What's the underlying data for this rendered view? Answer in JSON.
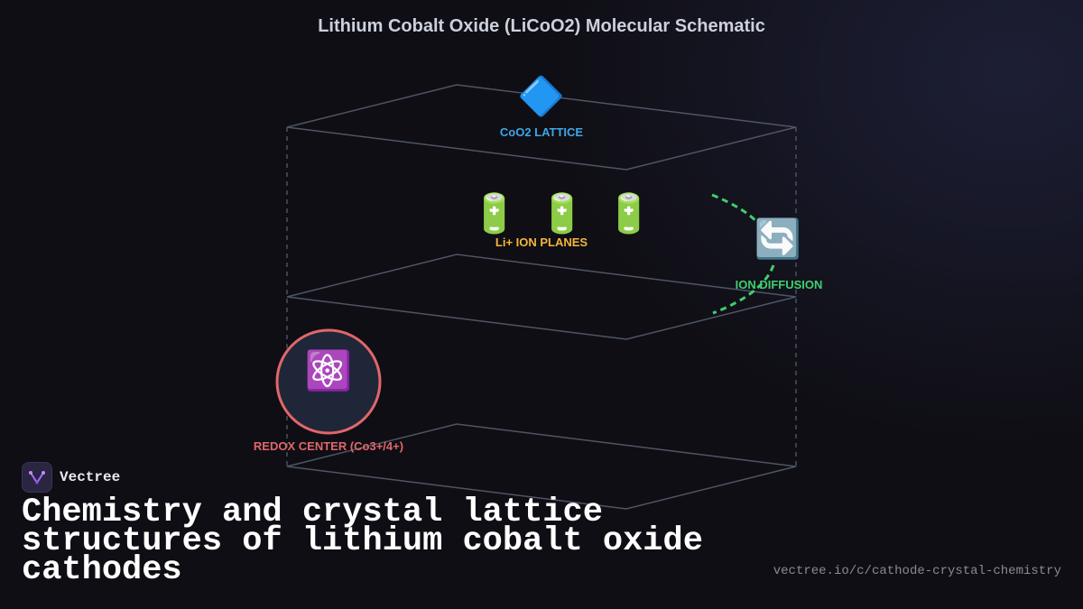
{
  "diagram": {
    "title": "Lithium Cobalt Oxide (LiCoO2) Molecular Schematic",
    "nodes": {
      "lattice": {
        "label": "CoO2 LATTICE",
        "icon": "blue-diamond-icon",
        "color": "#3fa7e6"
      },
      "ion_planes": {
        "label": "Li+ ION PLANES",
        "icon": "battery-icon",
        "color": "#f4b63a"
      },
      "diffusion": {
        "label": "ION DIFFUSION",
        "icon": "arrows-cycle-icon",
        "color": "#3ecf6e"
      },
      "redox": {
        "label": "REDOX CENTER (Co3+/4+)",
        "icon": "atom-icon",
        "color": "#e0676a"
      }
    }
  },
  "brand": {
    "name": "Vectree",
    "icon": "vectree-logo-icon"
  },
  "headline": "Chemistry and crystal lattice structures of lithium cobalt oxide cathodes",
  "url": "vectree.io/c/cathode-crystal-chemistry"
}
